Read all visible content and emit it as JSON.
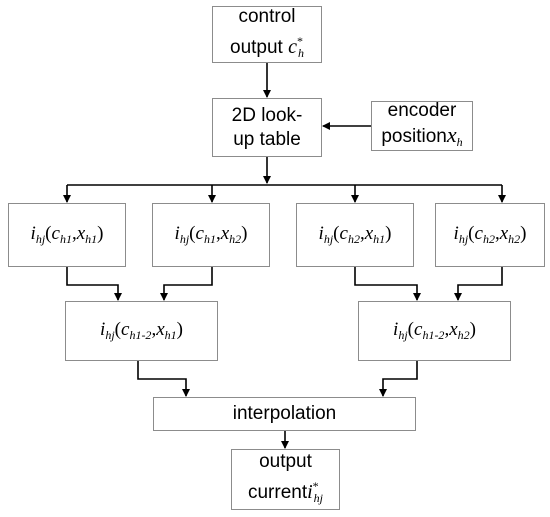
{
  "diagram": {
    "control_output": {
      "line1": "control",
      "line2": "output",
      "symbol": "c",
      "sup": "*",
      "sub": "h"
    },
    "lookup_table": {
      "line1": "2D look-",
      "line2": "up table"
    },
    "encoder": {
      "line1": "encoder",
      "line2": "position",
      "symbol": "x",
      "sub": "h"
    },
    "cells": [
      {
        "fn": "i",
        "fn_sub": "hj",
        "c": "c",
        "c_sub": "h1",
        "x": "x",
        "x_sub": "h1"
      },
      {
        "fn": "i",
        "fn_sub": "hj",
        "c": "c",
        "c_sub": "h1",
        "x": "x",
        "x_sub": "h2"
      },
      {
        "fn": "i",
        "fn_sub": "hj",
        "c": "c",
        "c_sub": "h2",
        "x": "x",
        "x_sub": "h1"
      },
      {
        "fn": "i",
        "fn_sub": "hj",
        "c": "c",
        "c_sub": "h2",
        "x": "x",
        "x_sub": "h2"
      }
    ],
    "merged": [
      {
        "fn": "i",
        "fn_sub": "hj",
        "c": "c",
        "c_sub": "h1-2",
        "x": "x",
        "x_sub": "h1"
      },
      {
        "fn": "i",
        "fn_sub": "hj",
        "c": "c",
        "c_sub": "h1-2",
        "x": "x",
        "x_sub": "h2"
      }
    ],
    "interpolation": "interpolation",
    "output": {
      "line1": "output",
      "line2": "current",
      "symbol": "i",
      "sup": "*",
      "sub": "hj"
    },
    "colors": {
      "box_border": "#8c8c8c",
      "wire": "#000000"
    }
  }
}
